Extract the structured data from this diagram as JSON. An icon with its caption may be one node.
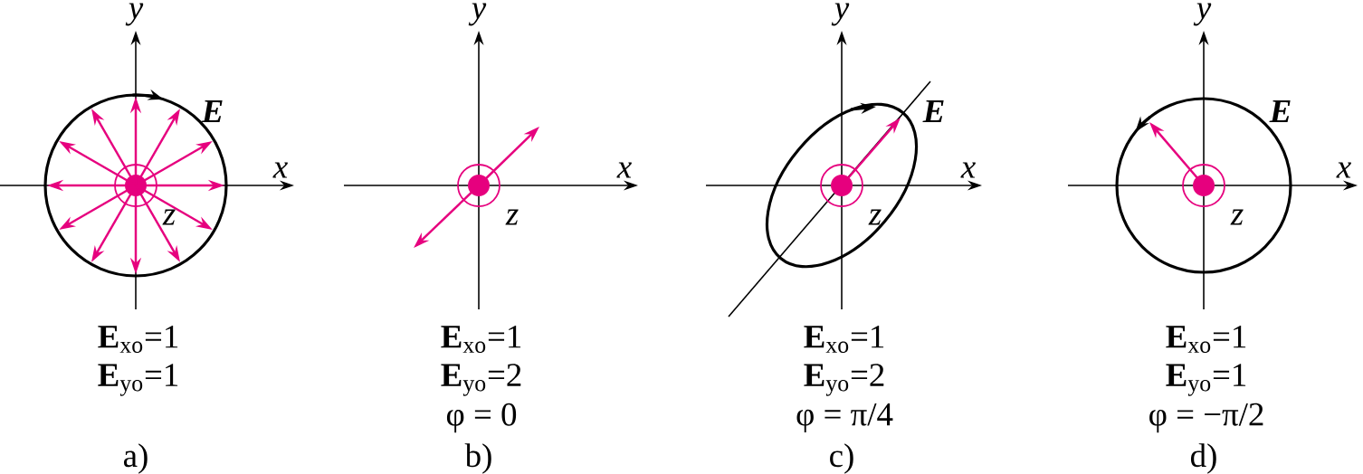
{
  "diagram": {
    "labels": [
      "y",
      "E",
      "x",
      "z",
      "**E**$_{xo}$=1",
      "**E**$_{yo}$=1",
      "a)",
      "y",
      "x",
      "z",
      "**E**$_{xo}$=1",
      "**E**$_{yo}$=2",
      "φ = 0",
      "b)",
      "y",
      "E",
      "x",
      "z",
      "**E**$_{xo}$=1",
      "**E**$_{yo}$=2",
      "φ = π/4",
      "c)",
      "y",
      "E",
      "x",
      "z",
      "**E**$_{xo}$=1",
      "**E**$_{yo}$=1",
      "φ = −π/2",
      "d)"
    ]
  }
}
